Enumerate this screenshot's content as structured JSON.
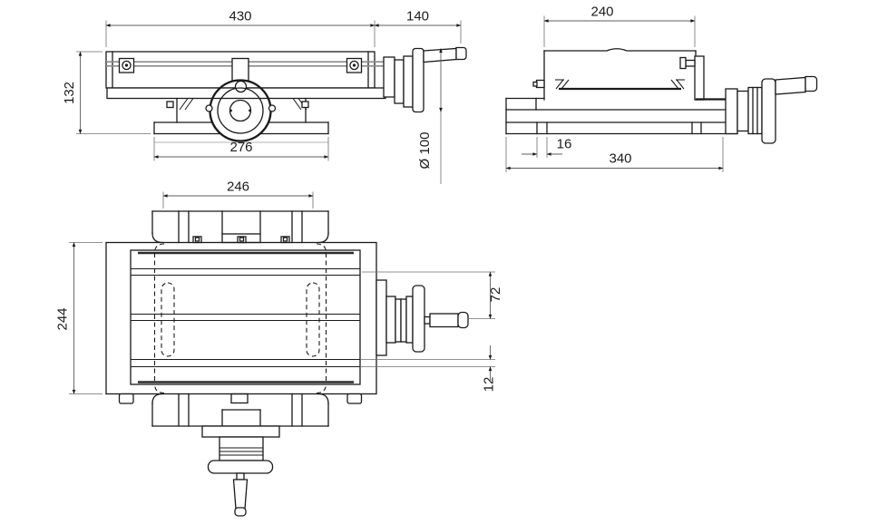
{
  "drawing": {
    "type": "technical-orthographic-drawing",
    "subject": "cross-slide-table",
    "colors": {
      "background": "#ffffff",
      "line": "#1a1a1a",
      "dimension_line": "#5c5c5c",
      "gray_detail": "#8a8a8a"
    },
    "front_view": {
      "dim_length": "430",
      "dim_handwheel": "140",
      "dim_height": "132",
      "dim_base_length": "276",
      "dim_handwheel_diameter": "Ø 100"
    },
    "side_view": {
      "dim_table_width": "240",
      "dim_foot_offset": "16",
      "dim_overall_length": "340"
    },
    "top_view": {
      "dim_saddle_width": "246",
      "dim_table_depth": "244",
      "dim_slot_spacing": "72",
      "dim_slot_width": "12"
    }
  }
}
